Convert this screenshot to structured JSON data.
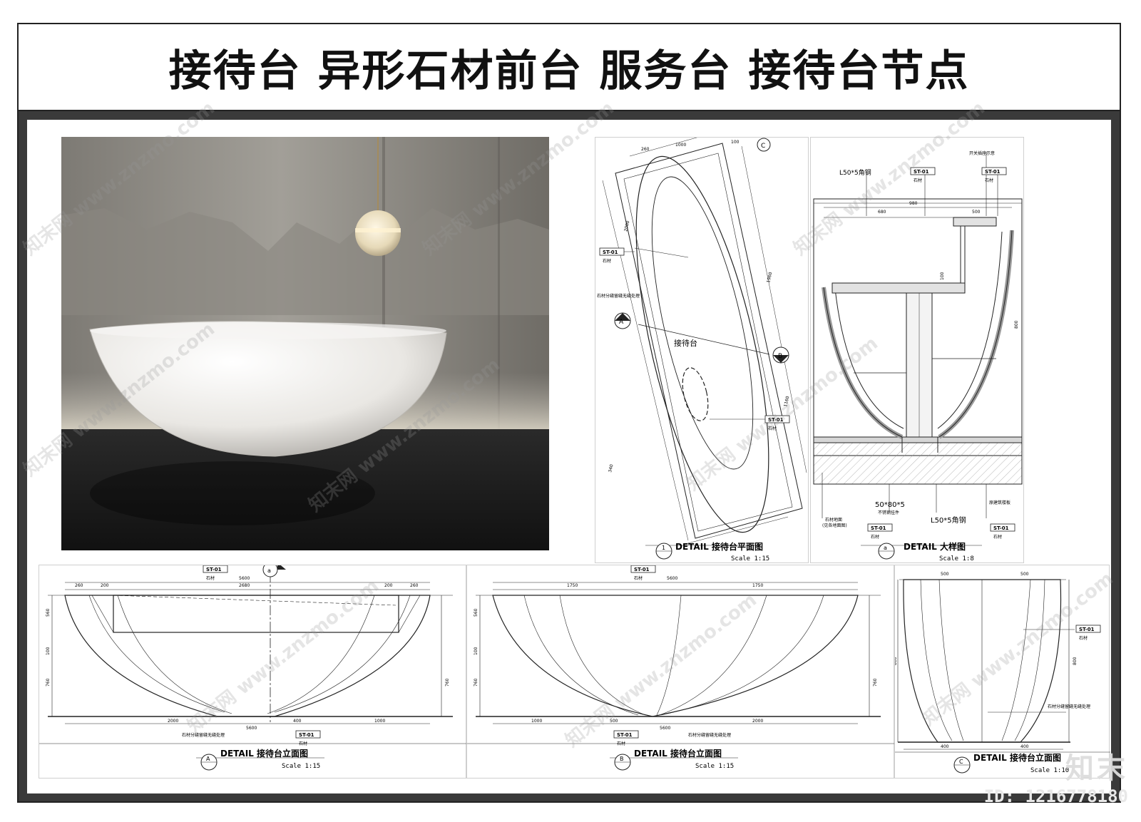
{
  "title": "接待台  异形石材前台  服务台  接待台节点",
  "material_code": "ST-01",
  "material_name": "石材",
  "labels": {
    "seam_note": "石材分缝留缝无缝处理",
    "reception": "接待台",
    "angle_steel": "L50*5角钢",
    "plate": "50*80*5",
    "plate_sub": "不锈钢挂件",
    "angle_steel_2": "L50*5角钢",
    "switch_note": "开关插座示意",
    "floor_note": "石材地面",
    "floor_note_sub": "(见各地面图)",
    "base_note": "原建筑楼板"
  },
  "details": {
    "plan": {
      "tag": "1",
      "text": "DETAIL 接待台平面图",
      "scale": "Scale 1:15"
    },
    "section": {
      "tag": "a",
      "text": "DETAIL 大样图",
      "scale": "Scale 1:8"
    },
    "elev_a": {
      "tag": "A",
      "text": "DETAIL 接待台立面图",
      "scale": "Scale 1:15"
    },
    "elev_b": {
      "tag": "B",
      "text": "DETAIL 接待台立面图",
      "scale": "Scale 1:15"
    },
    "elev_c": {
      "tag": "C",
      "text": "DETAIL 接待台立面图",
      "scale": "Scale 1:10"
    }
  },
  "marks": {
    "a": "a",
    "b": "B",
    "c": "C",
    "a_cap": "A"
  },
  "dims": {
    "elev_a_top": [
      "260",
      "200",
      "2680",
      "200",
      "260"
    ],
    "elev_a_total": "5600",
    "elev_a_bottom": [
      "2000",
      "5600",
      "400",
      "1000"
    ],
    "elev_a_side": [
      "560",
      "100",
      "760",
      "760"
    ],
    "elev_b_top": [
      "1750",
      "5600",
      "1750"
    ],
    "elev_b_bottom": [
      "1000",
      "500",
      "5600",
      "2000"
    ],
    "elev_b_side": [
      "560",
      "100",
      "760",
      "760"
    ],
    "elev_c_top": [
      "500",
      "500"
    ],
    "elev_c_bottom": [
      "400",
      "400"
    ],
    "elev_c_side": [
      "800",
      "800"
    ],
    "section_top": [
      "980",
      "680",
      "500"
    ],
    "section_side": [
      "100",
      "800"
    ],
    "plan_top": [
      "260",
      "1000",
      "100"
    ],
    "plan_side": [
      "2000",
      "1960",
      "1160",
      "340"
    ]
  },
  "watermark": "知末网 www.znzmo.com",
  "brand": "知末",
  "image_id": "ID: 1216778180"
}
